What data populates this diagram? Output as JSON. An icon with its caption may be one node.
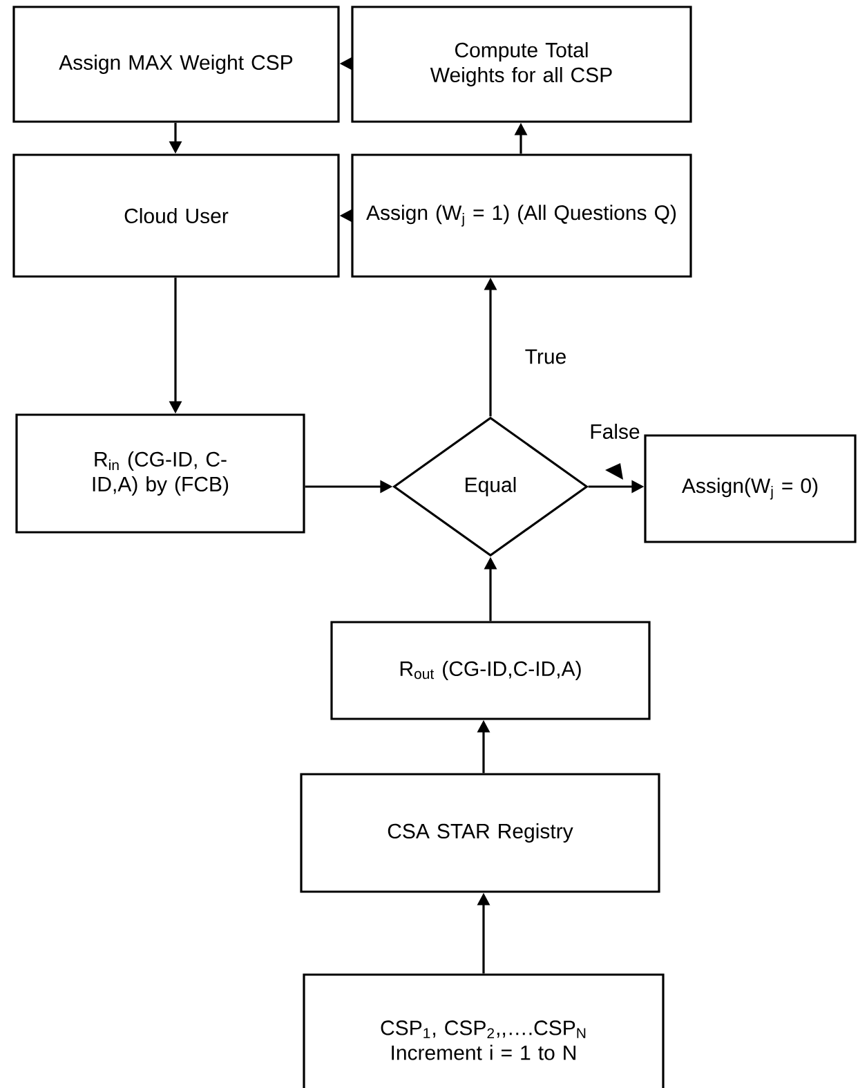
{
  "diagram": {
    "nodes": [
      {
        "text": [
          "Assign MAX Weight CSP"
        ]
      },
      {
        "text": [
          "Compute Total Weights for all CSP"
        ]
      },
      {
        "text": [
          "Cloud User"
        ]
      },
      {
        "text": [
          "Assign (W$_{j}$ = 1) (All Questions Q)"
        ]
      },
      {
        "text": [
          "R$_{in}$ (CG-ID, C-ID,A) by (FCB)"
        ]
      },
      {
        "text": [
          "Equal"
        ]
      },
      {
        "text": [
          "Assign(W$_{j}$ = 0)"
        ]
      },
      {
        "text": [
          "R$_{out}$ (CG-ID,C-ID,A)"
        ]
      },
      {
        "text": [
          "CSA STAR Registry"
        ]
      },
      {
        "text": [
          "CSP$_{1}$, CSP$_{2}$,,….CSP$_{N}$ Increment i = 1 to N"
        ]
      }
    ],
    "edges": [
      {
        "from": 1,
        "to": 0,
        "arrow": "to"
      },
      {
        "from": 0,
        "to": 2,
        "arrow": "to"
      },
      {
        "from": 3,
        "to": 2,
        "arrow": "to"
      },
      {
        "from": 3,
        "to": 1,
        "arrow": "to"
      },
      {
        "from": 2,
        "to": 4,
        "arrow": "to"
      },
      {
        "from": 4,
        "to": 5,
        "arrow": "to"
      },
      {
        "from": 5,
        "to": 3,
        "arrow": "to",
        "label": "True"
      },
      {
        "from": 5,
        "to": 6,
        "arrow": "to",
        "label": "False"
      },
      {
        "from": 7,
        "to": 5,
        "arrow": "to"
      },
      {
        "from": 8,
        "to": 7,
        "arrow": "to"
      },
      {
        "from": 9,
        "to": 8,
        "arrow": "to"
      }
    ]
  }
}
